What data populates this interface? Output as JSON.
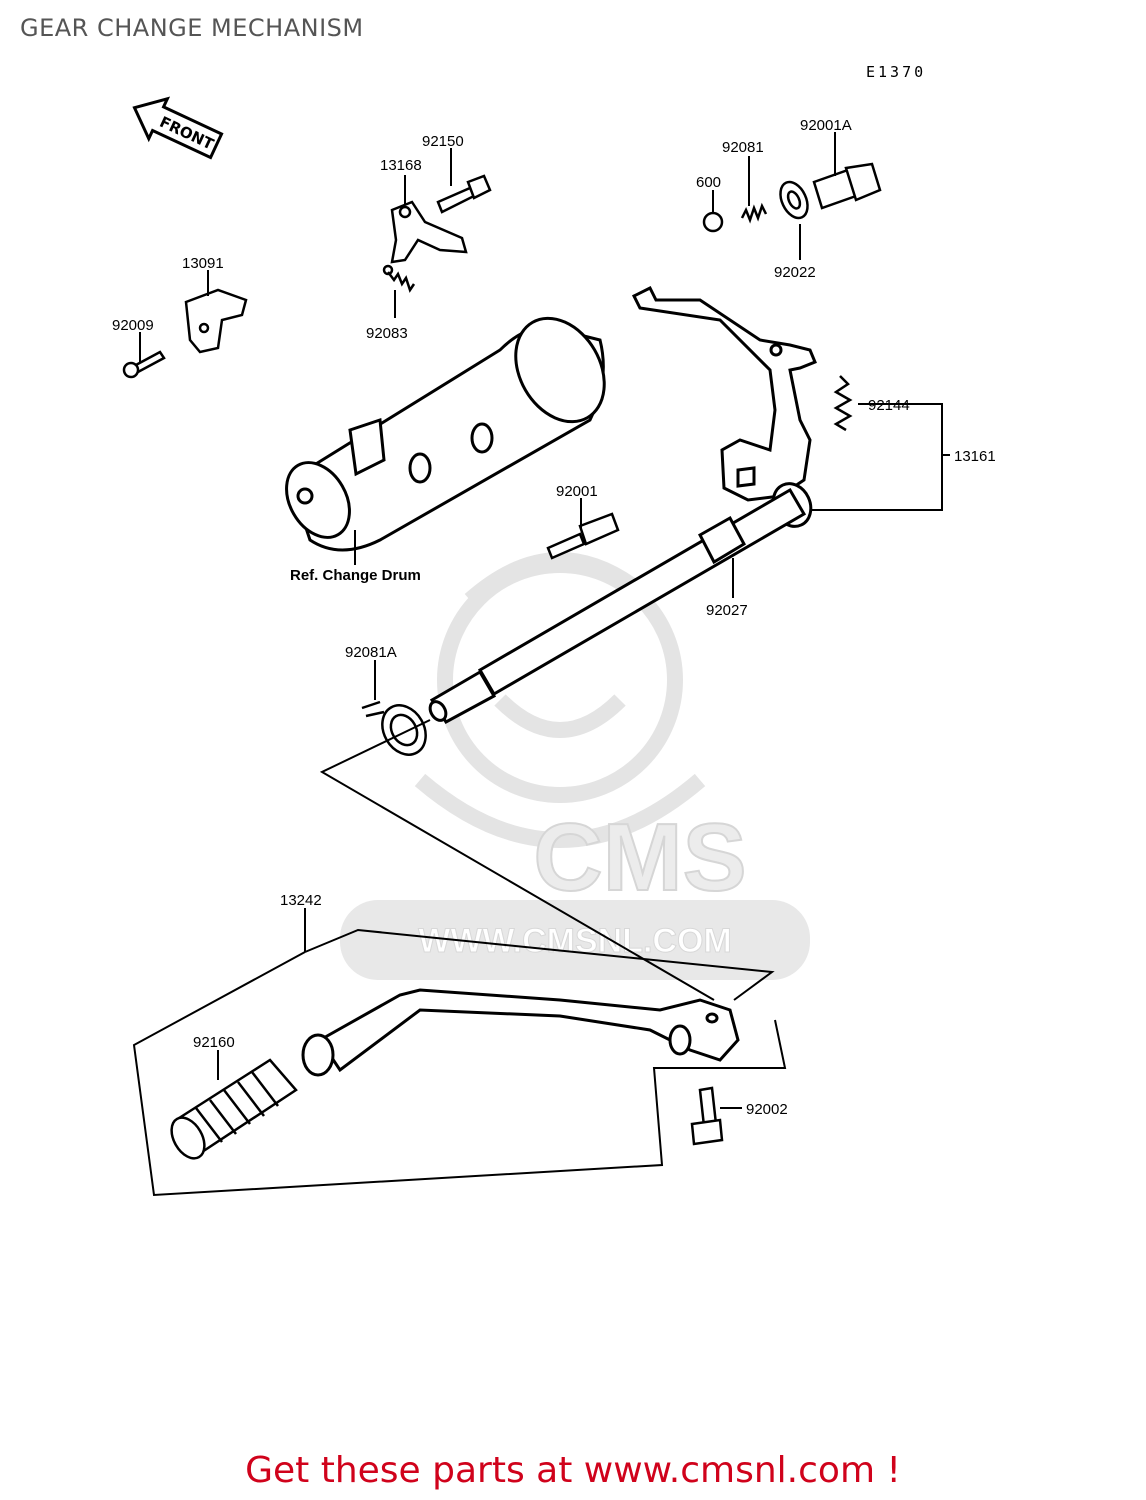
{
  "header": {
    "title": "GEAR CHANGE MECHANISM",
    "diagram_code": "E1370"
  },
  "direction_arrow": {
    "label": "FRONT"
  },
  "parts": [
    {
      "number": "92150"
    },
    {
      "number": "13168"
    },
    {
      "number": "92083"
    },
    {
      "number": "13091"
    },
    {
      "number": "92009"
    },
    {
      "number": "92081"
    },
    {
      "number": "600"
    },
    {
      "number": "92001A"
    },
    {
      "number": "92022"
    },
    {
      "number": "92144"
    },
    {
      "number": "13161"
    },
    {
      "number": "92001"
    },
    {
      "number": "92027"
    },
    {
      "number": "92081A"
    },
    {
      "number": "13242"
    },
    {
      "number": "92160"
    },
    {
      "number": "92002"
    }
  ],
  "reference_note": "Ref. Change Drum",
  "watermark": {
    "brand": "CMS",
    "url": "WWW.CMSNL.COM"
  },
  "footer": {
    "link_text": "Get these parts at www.cmsnl.com !"
  },
  "colors": {
    "footer_red": "#d0021b",
    "title_gray": "#555555",
    "watermark_gray": "#e6e6e6"
  }
}
